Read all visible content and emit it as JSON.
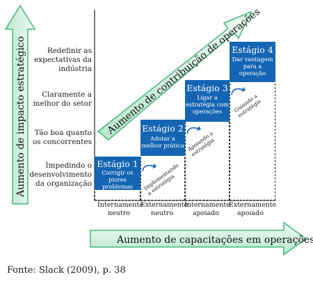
{
  "vertical_axis_label": "Aumento de impacto estratégico",
  "horizontal_axis_label": "Aumento de capacitações em operações",
  "diagonal_label": "Aumento de contribuição de operações",
  "row_labels": [
    "Redefinir as\nexpectativas da\nindústria",
    "Claramente a\nmelhor do setor",
    "Tão boa quanto\nos concorrentes",
    "Impedindo o\ndesenvolvimento\nda organização"
  ],
  "column_labels": [
    "Internamente\nneutro",
    "Externamente\nneutro",
    "Internamente\napoiado",
    "Externamente\napoiado"
  ],
  "stages": [
    {
      "title": "Estágio 1",
      "desc": "Corrigir os\npiores\nproblemas"
    },
    {
      "title": "Estágio 2",
      "desc": "Adotar a\nmelhor prática"
    },
    {
      "title": "Estágio 3",
      "desc": "Ligar a\nestratégia com\noperações"
    },
    {
      "title": "Estágio 4",
      "desc": "Dar vantagem\npara a\noperação"
    }
  ],
  "transitions": [
    "Implementando\na estratégia",
    "Apoiando a\nestratégia",
    "Guiando a\nestratégia"
  ],
  "source": "Fonte: Slack (2009), p. 38",
  "colors": {
    "arrow_fill": "#d8f2e4",
    "arrow_stroke": "#45b87a",
    "stage_fill": "#1565b4"
  }
}
